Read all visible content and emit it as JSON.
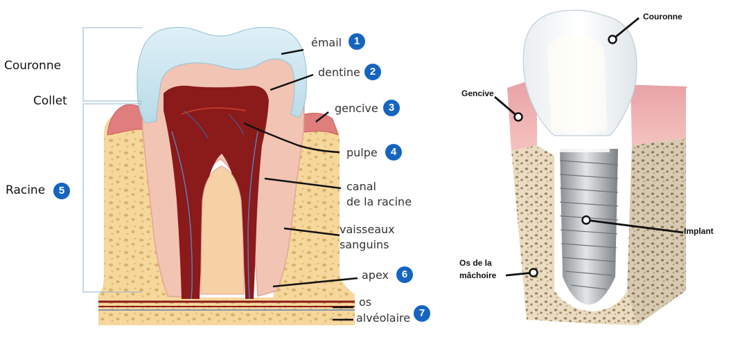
{
  "colors": {
    "badge": "#1565c0"
  },
  "natural_tooth": {
    "side_labels": {
      "crown": "Couronne",
      "collar": "Collet",
      "root": "Racine"
    },
    "root_number": "5",
    "parts": [
      {
        "label": "émail",
        "number": "1"
      },
      {
        "label": "dentine",
        "number": "2"
      },
      {
        "label": "gencive",
        "number": "3"
      },
      {
        "label": "pulpe",
        "number": "4"
      },
      {
        "label_line1": "canal",
        "label_line2": "de la racine"
      },
      {
        "label_line1": "vaisseaux",
        "label_line2": "sanguins"
      },
      {
        "label": "apex",
        "number": "6"
      },
      {
        "label_line1": "os",
        "label_line2": "alvéolaire",
        "number": "7"
      }
    ]
  },
  "implant": {
    "labels": {
      "crown": "Couronne",
      "gum": "Gencive",
      "implant": "Implant",
      "jaw_line1": "Os de la",
      "jaw_line2": "mâchoire"
    }
  }
}
